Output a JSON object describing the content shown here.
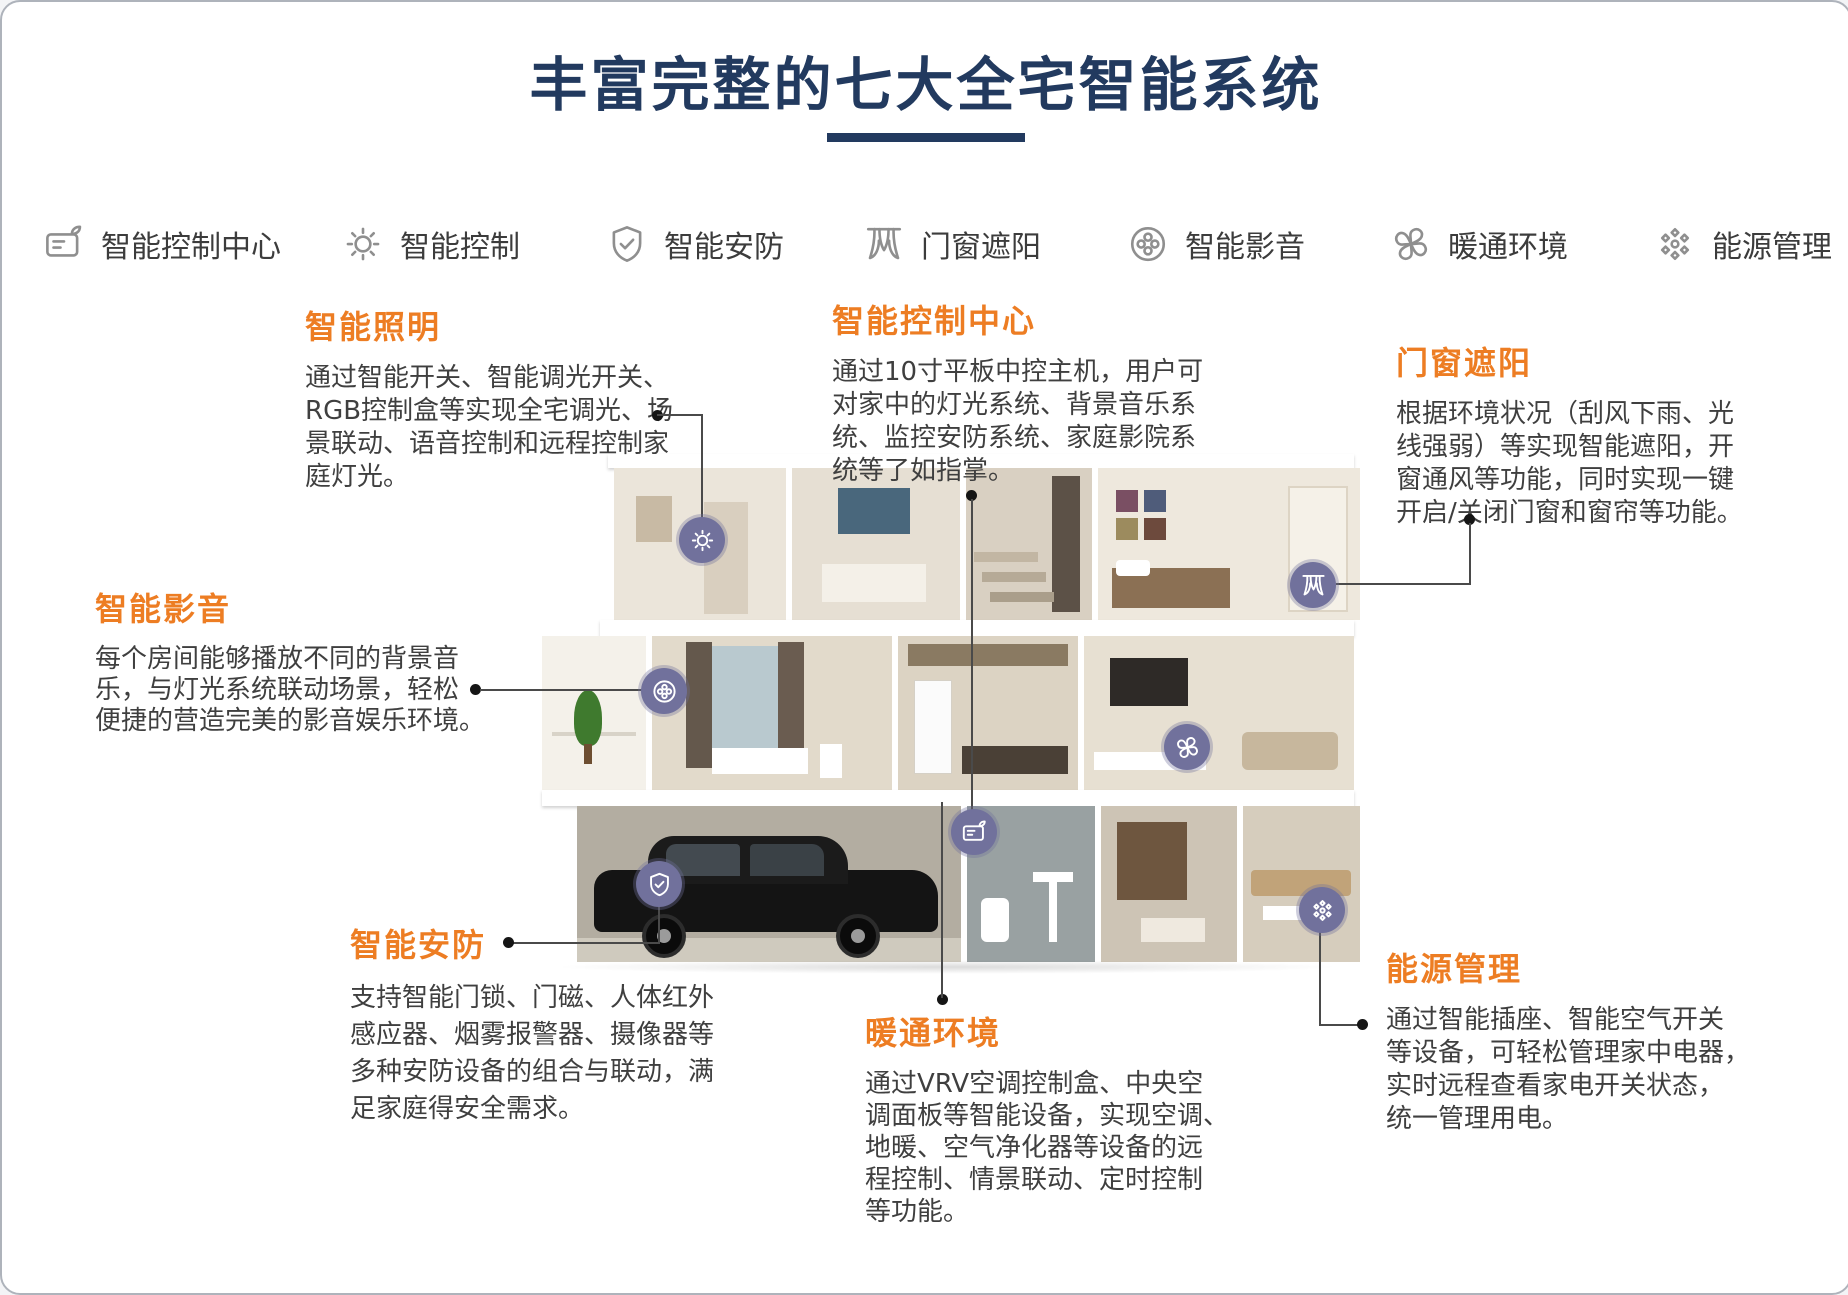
{
  "title": "丰富完整的七大全宅智能系统",
  "nav": {
    "items": [
      {
        "label": "智能控制中心",
        "icon": "control-panel-icon"
      },
      {
        "label": "智能控制",
        "icon": "smart-control-icon"
      },
      {
        "label": "智能安防",
        "icon": "security-shield-icon"
      },
      {
        "label": "门窗遮阳",
        "icon": "curtain-icon"
      },
      {
        "label": "智能影音",
        "icon": "speaker-icon"
      },
      {
        "label": "暖通环境",
        "icon": "hvac-fan-icon"
      },
      {
        "label": "能源管理",
        "icon": "energy-icon"
      }
    ]
  },
  "callouts": {
    "lighting": {
      "heading": "智能照明",
      "lines": [
        "通过智能开关、智能调光开关、",
        "RGB控制盒等实现全宅调光、场",
        "景联动、语音控制和远程控制家",
        "庭灯光。"
      ]
    },
    "control_center": {
      "heading": "智能控制中心",
      "lines": [
        "通过10寸平板中控主机，用户可",
        "对家中的灯光系统、背景音乐系",
        "统、监控安防系统、家庭影院系",
        "统等了如指掌。"
      ]
    },
    "shading": {
      "heading": "门窗遮阳",
      "lines": [
        "根据环境状况（刮风下雨、光",
        "线强弱）等实现智能遮阳，开",
        "窗通风等功能，同时实现一键",
        "开启/关闭门窗和窗帘等功能。"
      ]
    },
    "av": {
      "heading": "智能影音",
      "lines": [
        "每个房间能够播放不同的背景音",
        "乐，与灯光系统联动场景，轻松",
        "便捷的营造完美的影音娱乐环境。"
      ]
    },
    "security": {
      "heading": "智能安防",
      "lines": [
        "支持智能门锁、门磁、人体红外",
        "感应器、烟雾报警器、摄像器等",
        "多种安防设备的组合与联动，满",
        "足家庭得安全需求。"
      ]
    },
    "hvac": {
      "heading": "暖通环境",
      "lines": [
        "通过VRV空调控制盒、中央空",
        "调面板等智能设备，实现空调、",
        "地暖、空气净化器等设备的远",
        "程控制、情景联动、定时控制",
        "等功能。"
      ]
    },
    "energy": {
      "heading": "能源管理",
      "lines": [
        "通过智能插座、智能空气开关",
        "等设备，可轻松管理家中电器，",
        "实时远程查看家电开关状态，",
        "统一管理用电。"
      ]
    }
  },
  "colors": {
    "accent_orange": "#ed7d23",
    "title_navy": "#223a5f",
    "badge_purple": "#71719c"
  }
}
